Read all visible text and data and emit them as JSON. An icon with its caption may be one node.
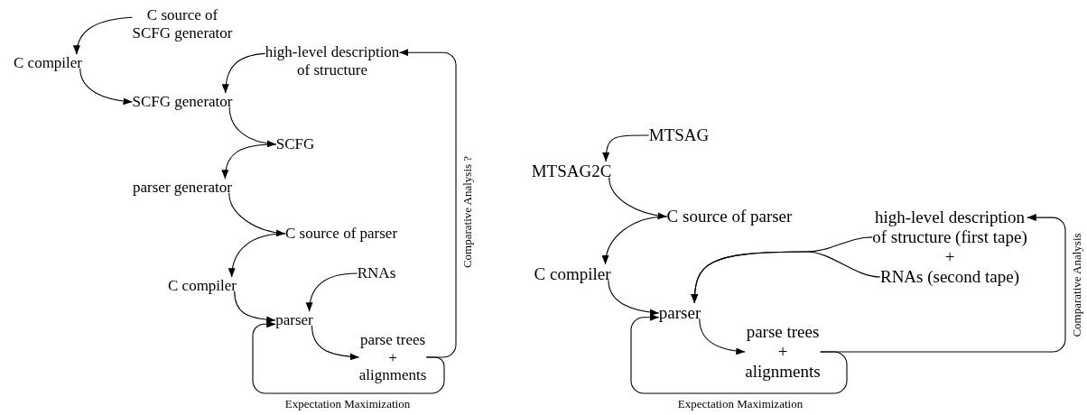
{
  "diagram": {
    "nodes": [
      {
        "text": [
          "C source of SCFG generator"
        ]
      },
      {
        "text": [
          "C compiler"
        ]
      },
      {
        "text": [
          "high-level description of structure"
        ]
      },
      {
        "text": [
          "SCFG generator"
        ]
      },
      {
        "text": [
          "SCFG"
        ]
      },
      {
        "text": [
          "parser generator"
        ]
      },
      {
        "text": [
          "C source of parser"
        ]
      },
      {
        "text": [
          "C compiler"
        ]
      },
      {
        "text": [
          "RNAs"
        ]
      },
      {
        "text": [
          "parser"
        ]
      },
      {
        "text": [
          "parse trees + alignments"
        ]
      },
      {
        "text": [
          "MTSAG"
        ]
      },
      {
        "text": [
          "MTSAG2C"
        ]
      },
      {
        "text": [
          "C source of parser"
        ]
      },
      {
        "text": [
          "high-level description of structure (first tape)"
        ]
      },
      {
        "text": [
          "RNAs (second tape)"
        ]
      },
      {
        "text": [
          "C compiler"
        ]
      },
      {
        "text": [
          "parser"
        ]
      },
      {
        "text": [
          "parse trees + alignments"
        ]
      }
    ],
    "edges": [
      {
        "from": 0,
        "to": 1,
        "arrow": "to"
      },
      {
        "from": 1,
        "to": 3,
        "arrow": "to"
      },
      {
        "from": 2,
        "to": 3,
        "arrow": "to"
      },
      {
        "from": 3,
        "to": 4,
        "arrow": "to"
      },
      {
        "from": 4,
        "to": 5,
        "arrow": "to"
      },
      {
        "from": 5,
        "to": 6,
        "arrow": "to"
      },
      {
        "from": 6,
        "to": 7,
        "arrow": "to"
      },
      {
        "from": 7,
        "to": 9,
        "arrow": "to"
      },
      {
        "from": 8,
        "to": 9,
        "arrow": "to"
      },
      {
        "from": 9,
        "to": 10,
        "arrow": "to"
      },
      {
        "from": 10,
        "to": 9,
        "arrow": "to",
        "label": "Expectation Maximization"
      },
      {
        "from": 10,
        "to": 2,
        "arrow": "to",
        "label": "Comparative Analysis ?"
      },
      {
        "from": 11,
        "to": 12,
        "arrow": "to"
      },
      {
        "from": 12,
        "to": 13,
        "arrow": "to"
      },
      {
        "from": 13,
        "to": 16,
        "arrow": "to"
      },
      {
        "from": 16,
        "to": 17,
        "arrow": "to"
      },
      {
        "from": 14,
        "to": 17,
        "arrow": "to"
      },
      {
        "from": 15,
        "to": 17,
        "arrow": "to"
      },
      {
        "from": 17,
        "to": 18,
        "arrow": "to"
      },
      {
        "from": 18,
        "to": 17,
        "arrow": "to",
        "label": "Expectation Maximization"
      },
      {
        "from": 18,
        "to": 14,
        "arrow": "to",
        "label": "Comparative Analysis"
      }
    ],
    "labels": [
      "+"
    ]
  }
}
